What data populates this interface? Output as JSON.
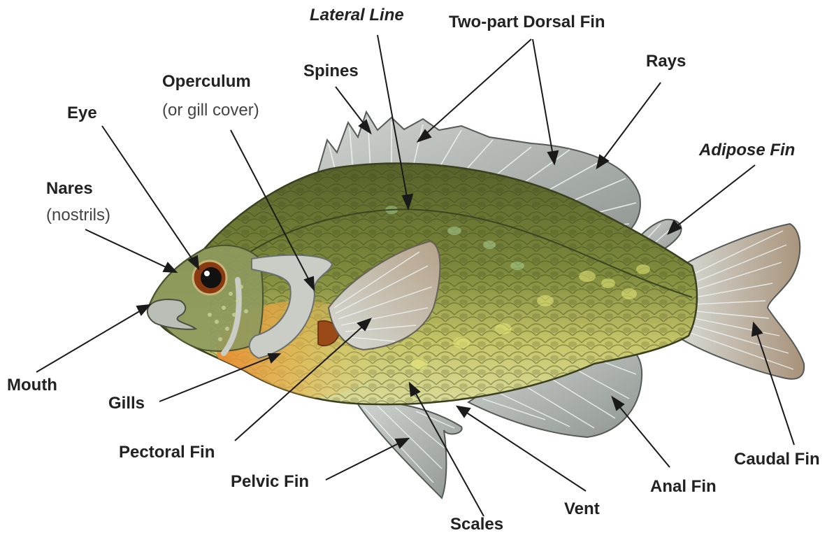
{
  "diagram": {
    "labels": {
      "lateral_line": "Lateral Line",
      "dorsal_fin": "Two-part Dorsal Fin",
      "spines": "Spines",
      "operculum": "Operculum",
      "operculum_note": "(or gill cover)",
      "rays": "Rays",
      "eye": "Eye",
      "adipose_fin": "Adipose Fin",
      "nares": "Nares",
      "nares_note": "(nostrils)",
      "mouth": "Mouth",
      "gills": "Gills",
      "pectoral_fin": "Pectoral Fin",
      "pelvic_fin": "Pelvic Fin",
      "scales": "Scales",
      "vent": "Vent",
      "anal_fin": "Anal Fin",
      "caudal_fin": "Caudal Fin"
    },
    "colors": {
      "label_text": "#222222",
      "leader_line": "#1a1a1a",
      "body_dark": "#5d6a2e",
      "body_light": "#c9c86a",
      "belly_orange": "#e9963a",
      "fin_fill": "#aeb3b0",
      "tail_fill": "#b8a58c",
      "eye_iris": "#8a3a10"
    }
  }
}
